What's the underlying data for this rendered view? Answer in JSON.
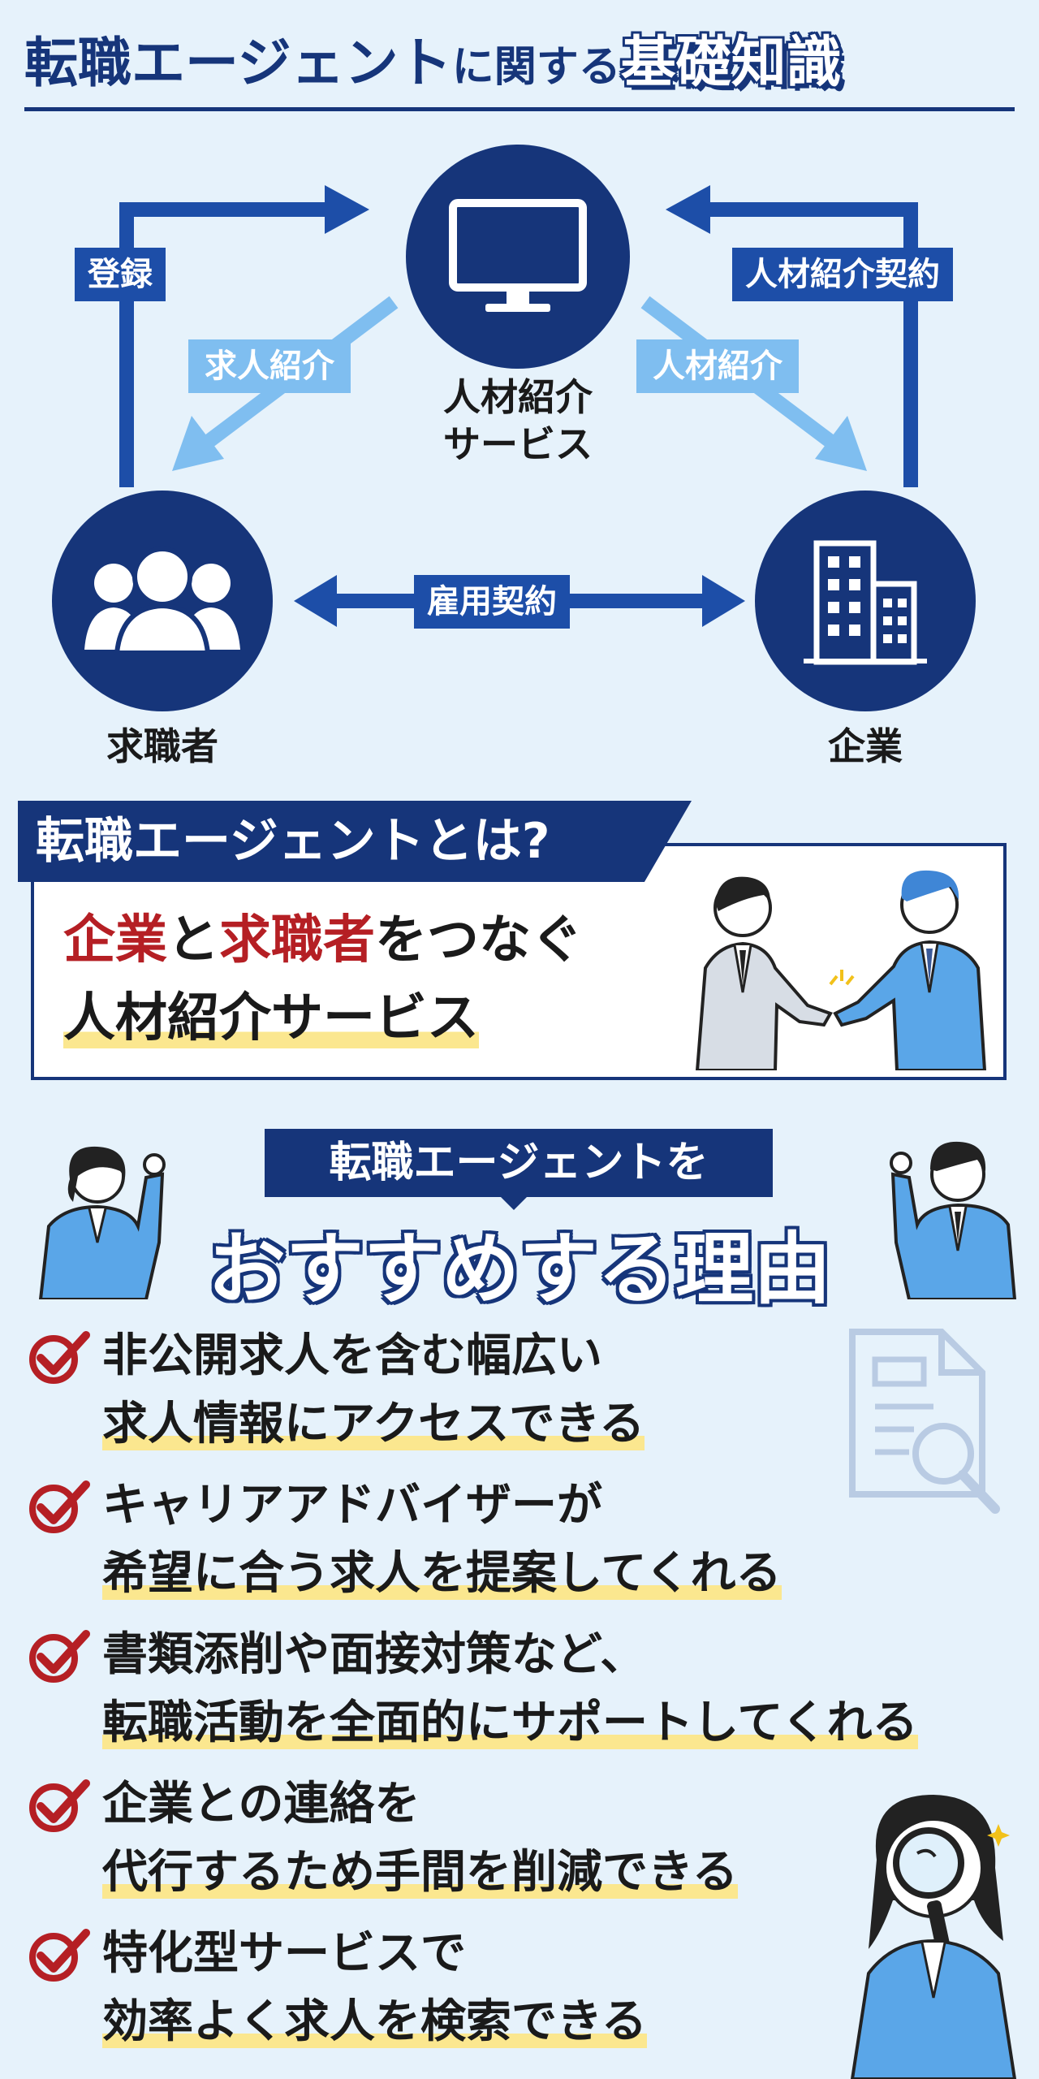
{
  "title": {
    "part1": "転職エージェント",
    "part2": "に関する",
    "part3": "基礎知識"
  },
  "diagram": {
    "center_label_line1": "人材紹介",
    "center_label_line2": "サービス",
    "left_label": "求職者",
    "right_label": "企業",
    "tag_register": "登録",
    "tag_contract": "人材紹介契約",
    "tag_job_intro": "求人紹介",
    "tag_talent_intro": "人材紹介",
    "tag_employment": "雇用契約"
  },
  "whatis": {
    "heading": "転職エージェントとは?",
    "line1_a": "企業",
    "line1_b": "と",
    "line1_c": "求職者",
    "line1_d": "をつなぐ",
    "line2": "人材紹介サービス"
  },
  "reasons": {
    "heading": "転職エージェントを",
    "subheading": "おすすめする理由",
    "items": [
      {
        "line1": "非公開求人を含む幅広い",
        "line2": "求人情報にアクセスできる"
      },
      {
        "line1": "キャリアアドバイザーが",
        "line2": "希望に合う求人を提案してくれる"
      },
      {
        "line1": "書類添削や面接対策など、",
        "line2": "転職活動を全面的にサポートしてくれる"
      },
      {
        "line1": "企業との連絡を",
        "line2": "代行するため手間を削減できる"
      },
      {
        "line1": "特化型サービスで",
        "line2": "効率よく求人を検索できる"
      }
    ]
  },
  "colors": {
    "navy": "#16357a",
    "blue": "#1d4ea8",
    "light_blue": "#7fbef0",
    "red": "#b51f24",
    "highlight": "#fbe78f",
    "background": "#e6f2fb"
  }
}
